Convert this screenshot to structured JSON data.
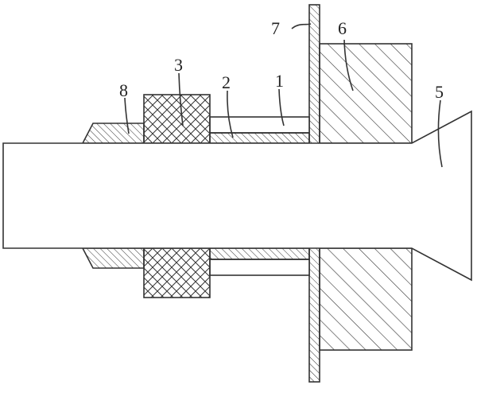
{
  "labels": {
    "l1": "1",
    "l2": "2",
    "l3": "3",
    "l5": "5",
    "l6": "6",
    "l7": "7",
    "l8": "8"
  },
  "colors": {
    "line": "#333333",
    "background": "#ffffff"
  }
}
